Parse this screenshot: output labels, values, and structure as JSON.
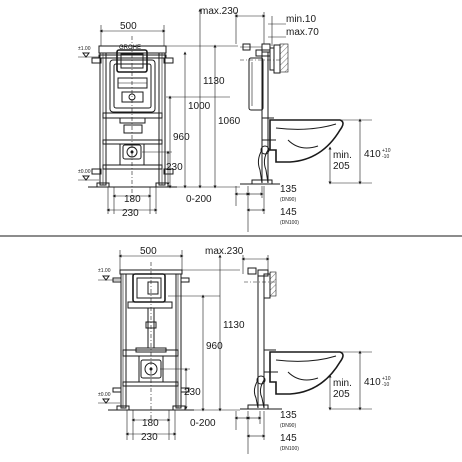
{
  "top": {
    "dims": {
      "w500": "500",
      "max230": "max.230",
      "min10": "min.10",
      "max70": "max.70",
      "d1130": "1130",
      "d1000": "1000",
      "d960": "960",
      "d1060": "1060",
      "d230": "230",
      "d180": "180",
      "d230b": "230",
      "d0_200": "0-200",
      "d135": "135",
      "dn90": "(DN90)",
      "d145": "145",
      "dn100": "(DN100)",
      "min205_a": "min.",
      "min205_b": "205",
      "d410": "410",
      "tol_plus": "+10",
      "tol_minus": "-10",
      "pm100": "±1.00",
      "pm000": "±0.00",
      "brand": "GROHE"
    }
  },
  "bottom": {
    "dims": {
      "w500": "500",
      "max230": "max.230",
      "d1130": "1130",
      "d960": "960",
      "d230": "230",
      "d180": "180",
      "d230b": "230",
      "d0_200": "0-200",
      "d135": "135",
      "dn90": "(DN90)",
      "d145": "145",
      "dn100": "(DN100)",
      "min205_a": "min.",
      "min205_b": "205",
      "d410": "410",
      "tol_plus": "+10",
      "tol_minus": "-10",
      "pm100": "±1.00",
      "pm000": "±0.00"
    }
  }
}
